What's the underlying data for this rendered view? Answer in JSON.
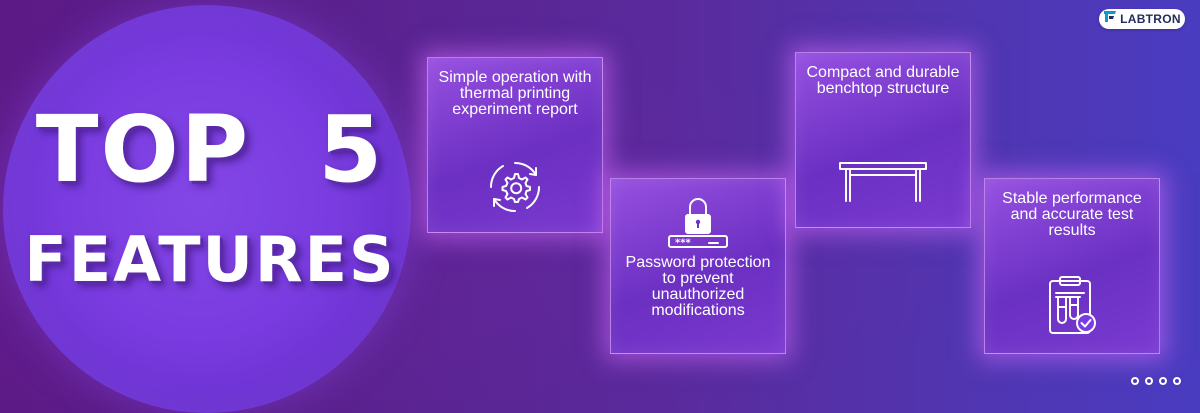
{
  "headline": {
    "line1": "TOP 5",
    "line2": "FEATURES"
  },
  "brand": {
    "name": "LABTRON",
    "accent_color": "#0a9bd6",
    "text_color": "#1f2d5a"
  },
  "features": [
    {
      "text": "Simple operation with thermal printing experiment report",
      "icon": "gear-cycle-icon"
    },
    {
      "text": "Password protection to prevent unauthorized modifications",
      "icon": "password-lock-icon"
    },
    {
      "text": "Compact and durable benchtop structure",
      "icon": "benchtop-table-icon"
    },
    {
      "text": "Stable performance and accurate test results",
      "icon": "clipboard-test-tubes-check-icon"
    }
  ],
  "carousel": {
    "dot_count": 4
  },
  "colors": {
    "background_start": "#5c1a86",
    "background_end": "#4a3cc0",
    "circle": "#7a3ce0",
    "card_glow": "#d66eff",
    "text": "#ffffff"
  }
}
